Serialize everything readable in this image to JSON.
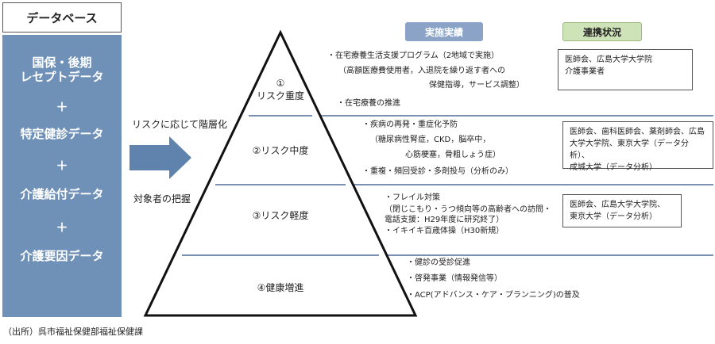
{
  "database": {
    "title": "データベース",
    "items": [
      "国保・後期",
      "レセプトデータ",
      "＋",
      "特定健診データ",
      "＋",
      "介護給付データ",
      "＋",
      "介護要因データ"
    ]
  },
  "arrow": {
    "top_label": "リスクに応じて階層化",
    "bottom_label": "対象者の把握"
  },
  "headers": {
    "implementation": "実施実績",
    "cooperation": "連携状況"
  },
  "tiers": [
    {
      "label_line1": "①",
      "label_line2": "リスク重度",
      "items": [
        "・在宅療養生活支援プログラム（2地域で実施）",
        "（高額医療費使用者，入退院を繰り返す者への",
        "保健指導，サービス調整）",
        "・在宅療養の推進"
      ],
      "cooperation": [
        "医師会、広島大学大学院",
        "介護事業者"
      ]
    },
    {
      "label_line1": "②リスク中度",
      "items": [
        "・疾病の再発・重症化予防",
        "（糖尿病性腎症，CKD，脳卒中，",
        "心筋梗塞，骨粗しょう症）",
        "・重複・頻回受診・多剤投与（分析のみ）"
      ],
      "cooperation": [
        "医師会、歯科医師会、薬剤師会、広島",
        "大学大学院、東京大学（データ分析）、",
        "成城大学（データ分析）"
      ]
    },
    {
      "label_line1": "③リスク軽度",
      "items": [
        "・フレイル対策",
        "（閉じこもり・うつ傾向等の高齢者への訪問・",
        "電話支援：H29年度に研究終了）",
        "・イキイキ百歳体操（H30新規）"
      ],
      "cooperation": [
        "医師会、広島大学大学院、",
        "東京大学（データ分析）"
      ]
    },
    {
      "label_line1": "④健康増進",
      "items": [
        "・健診の受診促進",
        "・啓発事業（情報発信等）",
        "・ACP(アドバンス・ケア・プランニング)の普及"
      ]
    }
  ],
  "source": "（出所）呉市福祉保健部福祉保健課",
  "colors": {
    "db_panel": "#6f91b7",
    "arrow": "#5f83ad",
    "divider": "#2c4f86",
    "impl_header": "#8aa3c6",
    "coop_header": "#cfe3b8"
  }
}
